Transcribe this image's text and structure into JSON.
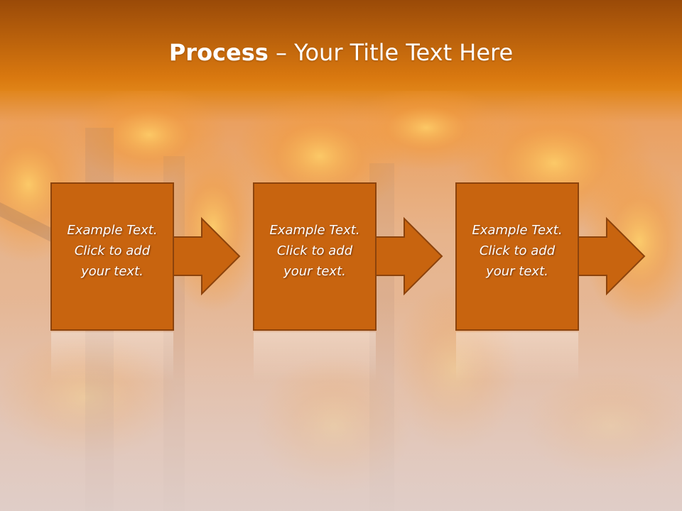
{
  "slide": {
    "title_bold": "Process",
    "title_rest": " – Your Title Text Here",
    "steps": [
      {
        "line1": "Example Text.",
        "line2": "Click  to add",
        "line3": "your text."
      },
      {
        "line1": "Example Text.",
        "line2": "Click  to add",
        "line3": "your text."
      },
      {
        "line1": "Example Text.",
        "line2": "Click  to add",
        "line3": "your text."
      }
    ]
  },
  "colors": {
    "box_fill": "#c8640f",
    "box_border": "#8c430c",
    "header_top": "#9a4a08",
    "header_bottom": "#d9780f"
  }
}
